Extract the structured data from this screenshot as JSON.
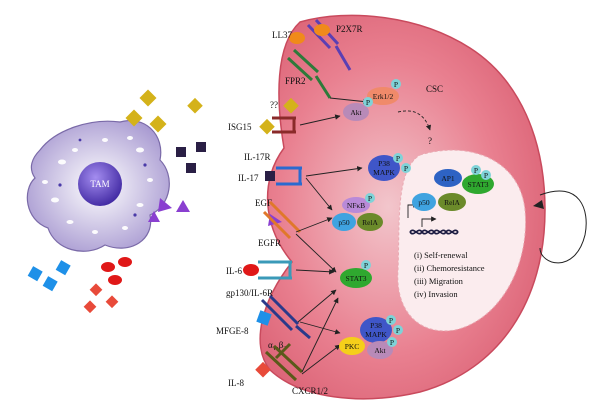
{
  "labels": {
    "tam": "TAM",
    "csc": "CSC",
    "question": "??",
    "arrow_question": "?",
    "p": "P",
    "ll37": "LL37",
    "p2x7r": "P2X7R",
    "fpr2": "FPR2",
    "isg15": "ISG15",
    "il17r": "IL-17R",
    "il17": "IL-17",
    "egf": "EGF",
    "egfr": "EGFR",
    "il6": "IL-6",
    "gp130": "gp130/IL-6R",
    "mfge8": "MFGE-8",
    "avb3_alpha": "α",
    "avb3_v": "v",
    "avb3_beta": "β",
    "avb3_3": "3",
    "il8": "IL-8",
    "cxcr": "CXCR1/2",
    "akt": "Akt",
    "erk": "Erk1/2",
    "p38_top": "P38",
    "mapk_top": "MAPK",
    "nfkb": "NFκB",
    "p50": "p50",
    "rela": "RelA",
    "stat3": "STAT3",
    "p38_bottom": "P38",
    "mapk_bottom": "MAPK",
    "pkc": "PKC",
    "akt_bottom": "Akt",
    "ap1": "AP1",
    "stat3_nuc": "STAT3",
    "p50_nuc": "p50",
    "rela_nuc": "RelA"
  },
  "functions": [
    "(i) Self-renewal",
    "(ii) Chemoresistance",
    "(iii) Migration",
    "(iv) Invasion"
  ],
  "colors": {
    "cell_fill": "#e06a7a",
    "nucleus_fill": "#fbe9ea",
    "tam_fill": "#b4a7d6",
    "tam_nucleus": "#5b3fb3",
    "akt": "#b88ab8",
    "erk": "#f08a6a",
    "p_bubble": "#7fd3d8",
    "p38": "#3f56c8",
    "nfkb": "#b98ad8",
    "p50": "#3fa3e0",
    "rela": "#6b8a2a",
    "stat3": "#2fa82f",
    "pkc": "#f5cf1a",
    "ap1": "#2e63c4"
  }
}
